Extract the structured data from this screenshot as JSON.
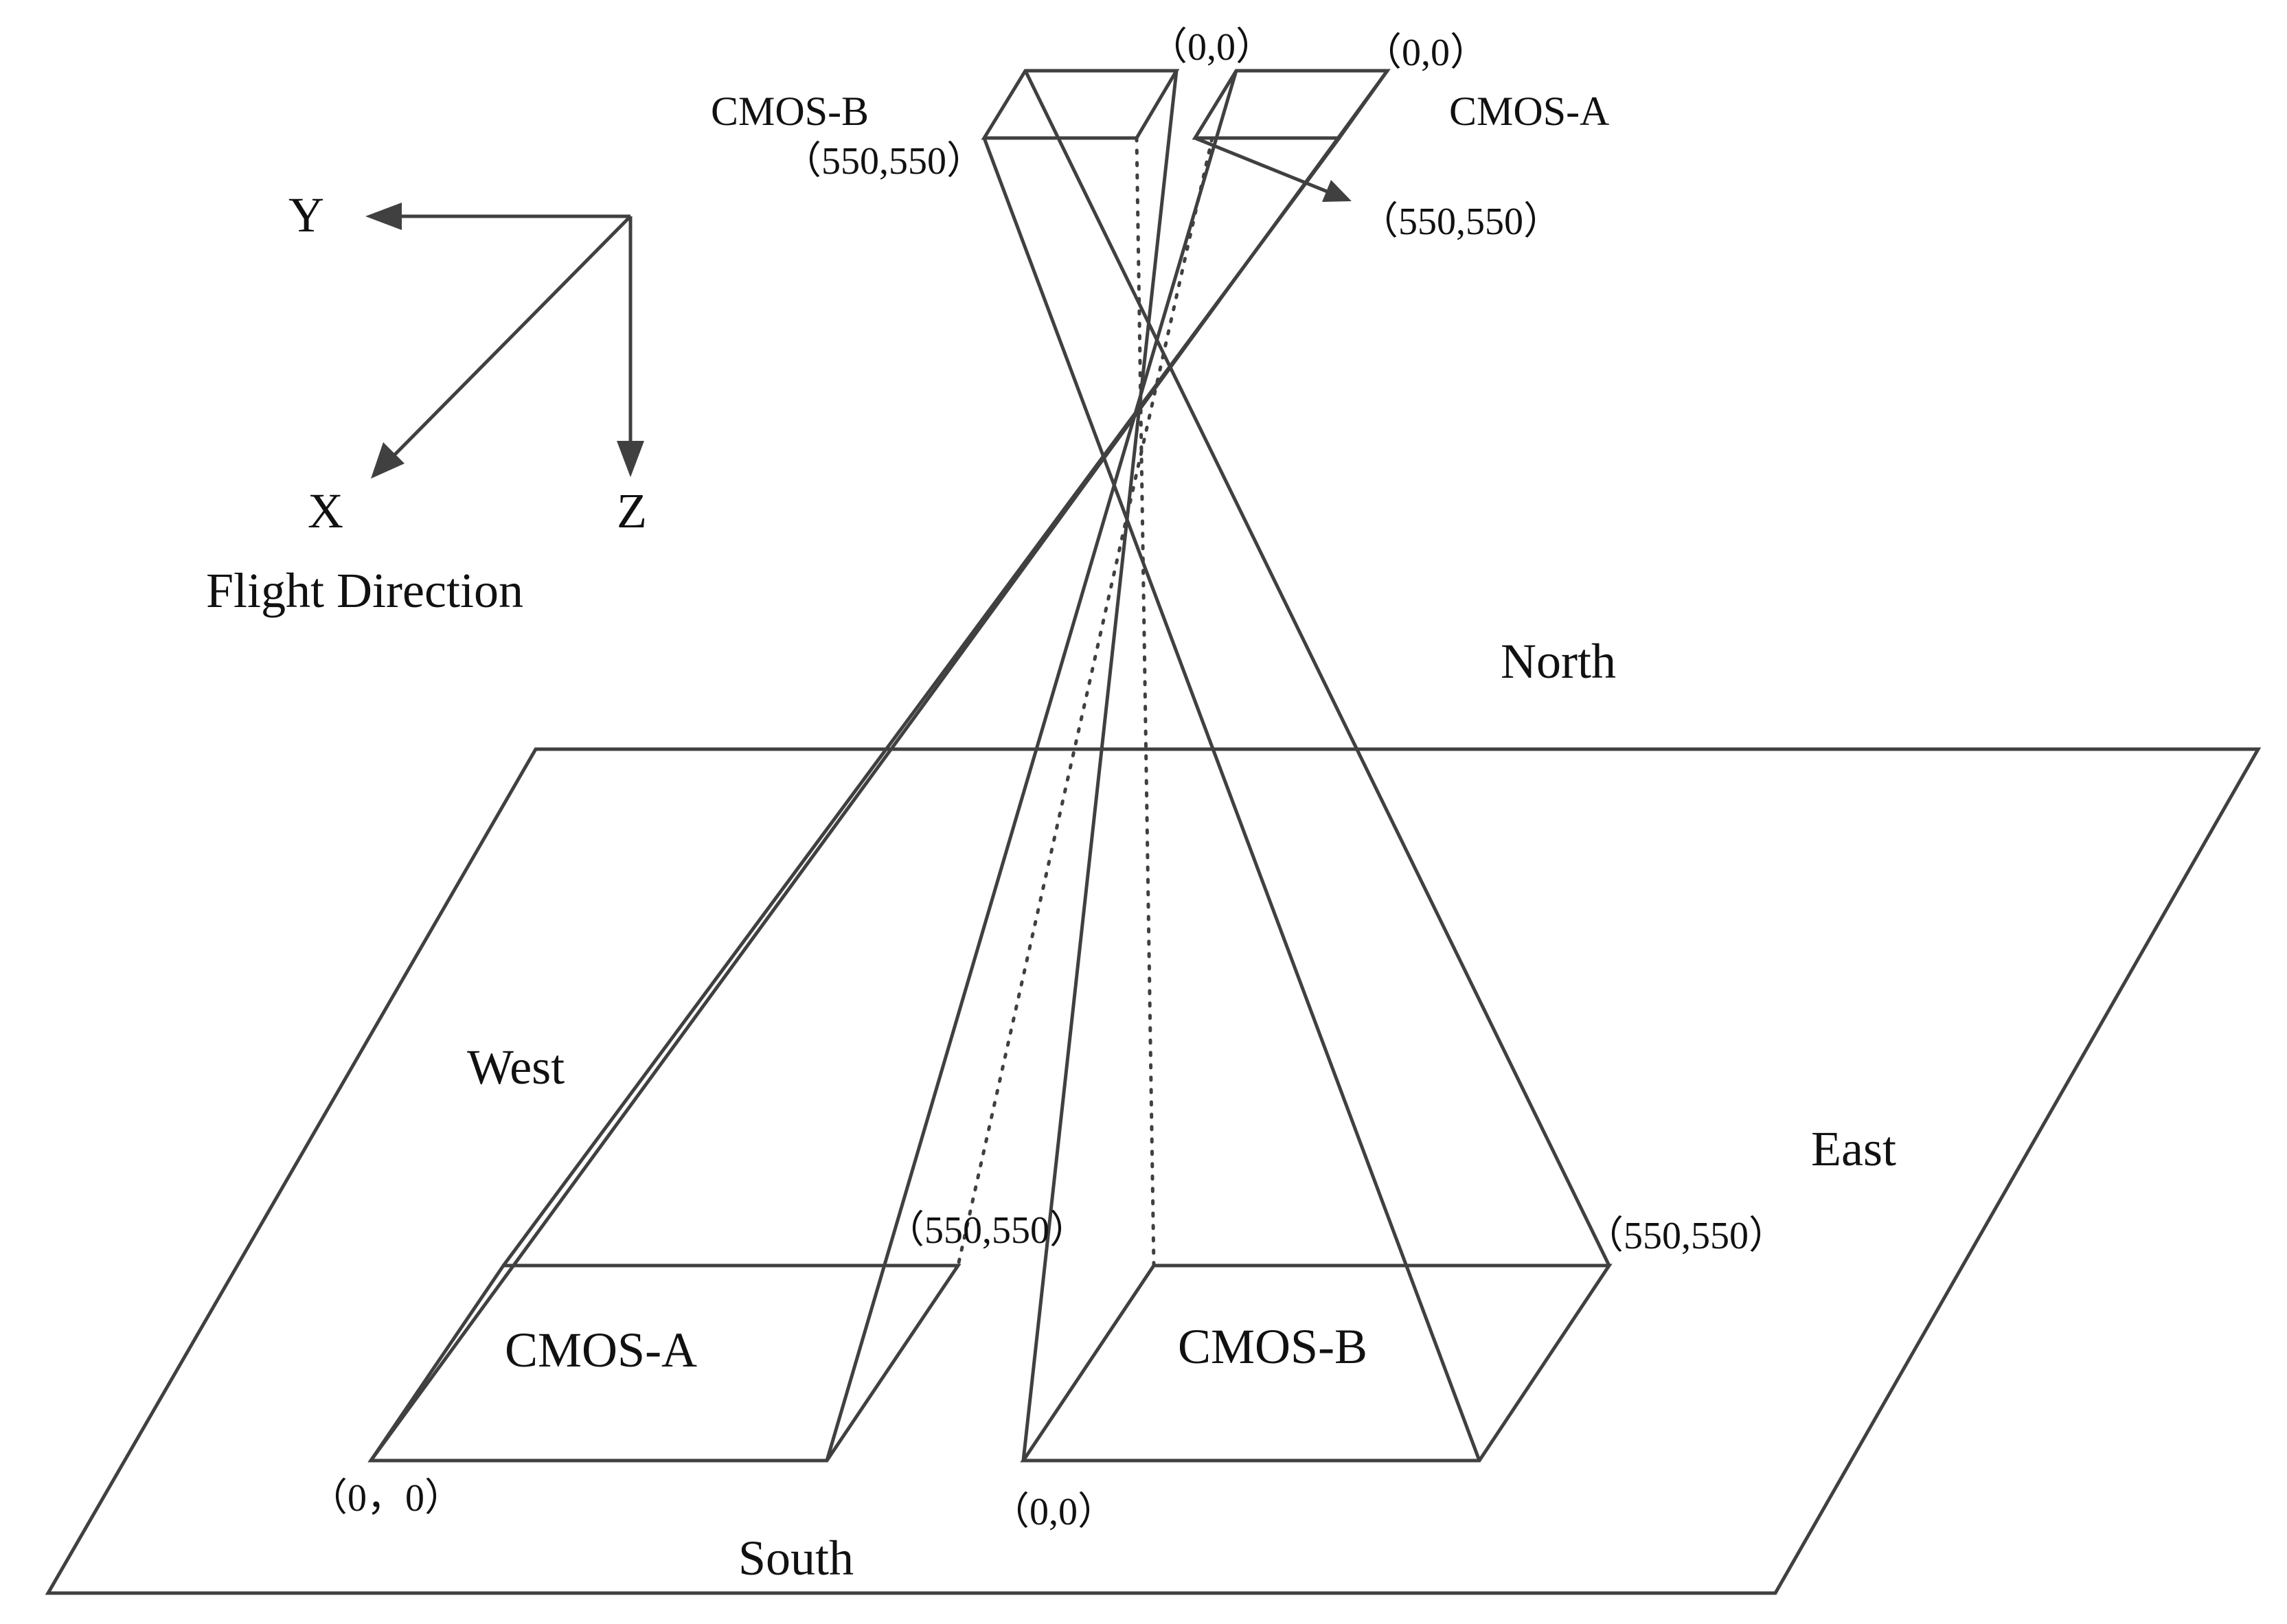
{
  "axes": {
    "y_label": "Y",
    "x_label": "X",
    "z_label": "Z",
    "caption": "Flight Direction"
  },
  "directions": {
    "north": "North",
    "south": "South",
    "east": "East",
    "west": "West"
  },
  "sensors": {
    "top_b_name": "CMOS-B",
    "top_a_name": "CMOS-A",
    "top_b_origin": "（0,0）",
    "top_a_origin": "（0,0）",
    "top_b_corner": "（550,550）",
    "top_a_corner": "（550,550）",
    "ground_a_name": "CMOS-A",
    "ground_b_name": "CMOS-B",
    "ground_a_origin": "（0，0）",
    "ground_b_origin": "（0,0）",
    "ground_a_corner": "（550,550）",
    "ground_b_corner": "（550,550）"
  },
  "colors": {
    "line": "#404040",
    "text": "#111111",
    "background": "#ffffff"
  }
}
